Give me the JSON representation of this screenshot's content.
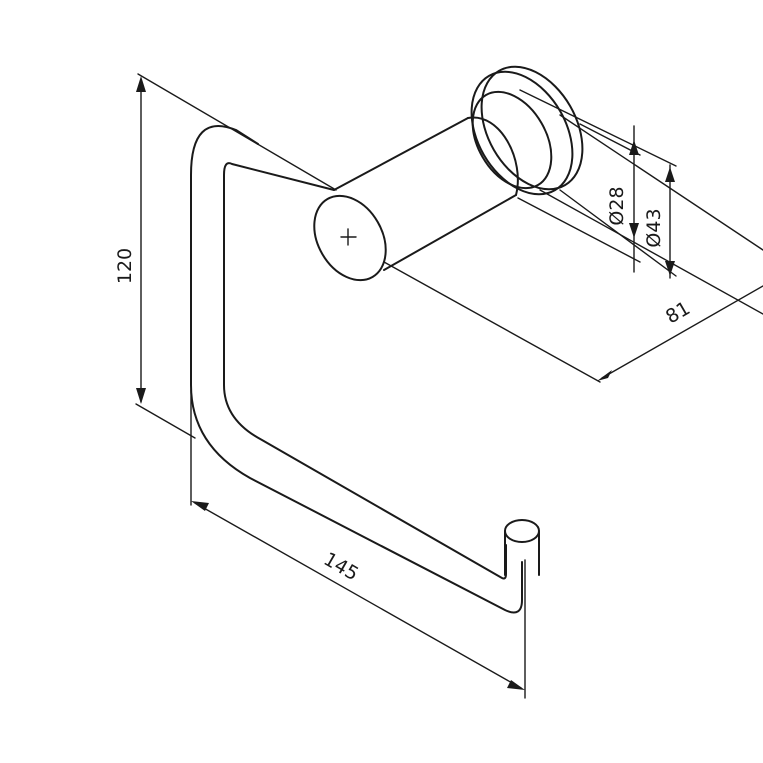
{
  "dimensions": {
    "height": "120",
    "width": "145",
    "depth": "81",
    "inner_diameter": "Ø28",
    "outer_diameter": "Ø43"
  }
}
